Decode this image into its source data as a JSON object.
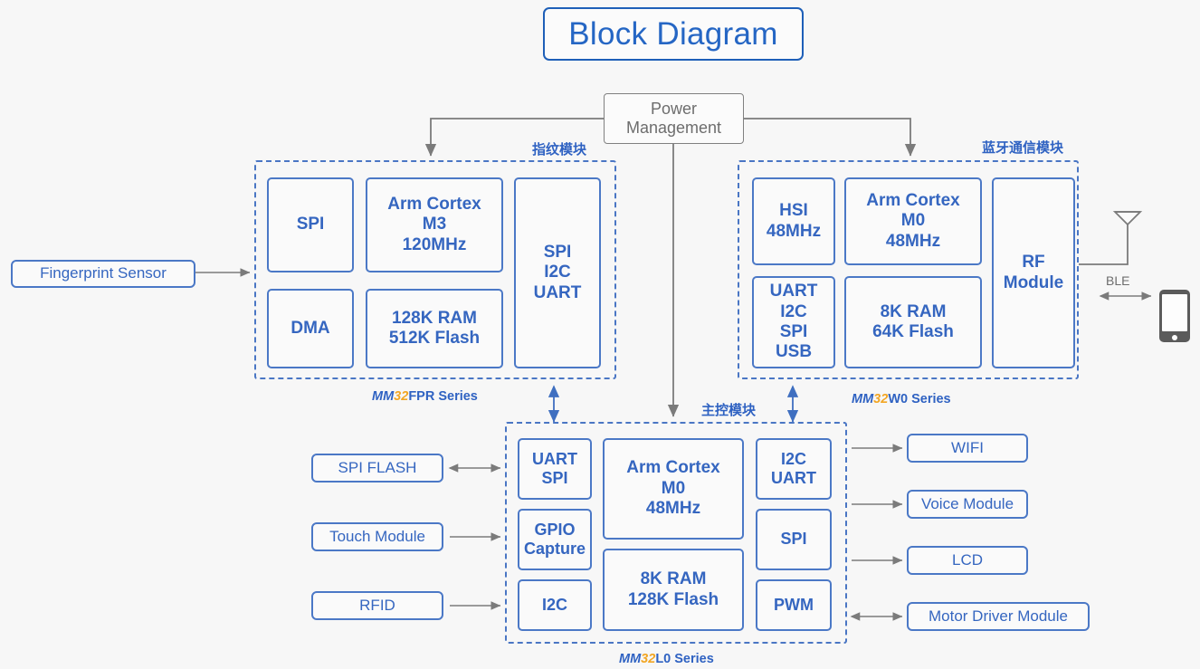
{
  "page": {
    "title": "Block Diagram",
    "background": "#f7f7f7",
    "accent_blue": "#3566c0",
    "border_blue": "#4b78c6",
    "accent_orange": "#f2a624",
    "grey": "#6d6d6d"
  },
  "power": {
    "label": "Power\nManagement",
    "line1": "Power",
    "line2": "Management"
  },
  "fingerprint_module": {
    "cn_label": "指纹模块",
    "series_prefix": "MM",
    "series_num": "32",
    "series_suffix": "FPR Series",
    "blocks": {
      "spi": "SPI",
      "dma": "DMA",
      "core_l1": "Arm Cortex",
      "core_l2": "M3",
      "core_l3": "120MHz",
      "mem_l1": "128K RAM",
      "mem_l2": "512K Flash",
      "io_l1": "SPI",
      "io_l2": "I2C",
      "io_l3": "UART"
    }
  },
  "bluetooth_module": {
    "cn_label": "蓝牙通信模块",
    "series_prefix": "MM",
    "series_num": "32",
    "series_suffix": "W0 Series",
    "blocks": {
      "hsi_l1": "HSI",
      "hsi_l2": "48MHz",
      "io_l1": "UART",
      "io_l2": "I2C",
      "io_l3": "SPI",
      "io_l4": "USB",
      "core_l1": "Arm Cortex",
      "core_l2": "M0",
      "core_l3": "48MHz",
      "mem_l1": "8K RAM",
      "mem_l2": "64K Flash",
      "rf_l1": "RF",
      "rf_l2": "Module"
    }
  },
  "main_module": {
    "cn_label": "主控模块",
    "series_prefix": "MM",
    "series_num": "32",
    "series_suffix": "L0 Series",
    "blocks": {
      "uart_l1": "UART",
      "uart_l2": "SPI",
      "gpio_l1": "GPIO",
      "gpio_l2": "Capture",
      "i2c": "I2C",
      "core_l1": "Arm Cortex",
      "core_l2": "M0",
      "core_l3": "48MHz",
      "mem_l1": "8K RAM",
      "mem_l2": "128K Flash",
      "i2cuart_l1": "I2C",
      "i2cuart_l2": "UART",
      "spi": "SPI",
      "pwm": "PWM"
    }
  },
  "peripherals": {
    "fingerprint_sensor": "Fingerprint Sensor",
    "left": [
      {
        "label": "SPI FLASH",
        "arrow": "bidirectional"
      },
      {
        "label": "Touch Module",
        "arrow": "right"
      },
      {
        "label": "RFID",
        "arrow": "right"
      }
    ],
    "right": [
      {
        "label": "WIFI",
        "arrow": "right"
      },
      {
        "label": "Voice Module",
        "arrow": "right"
      },
      {
        "label": "LCD",
        "arrow": "right"
      },
      {
        "label": "Motor Driver Module",
        "arrow": "bidirectional"
      }
    ]
  },
  "wireless": {
    "ble_label": "BLE",
    "antenna": "antenna-icon",
    "device": "smartphone-icon"
  }
}
